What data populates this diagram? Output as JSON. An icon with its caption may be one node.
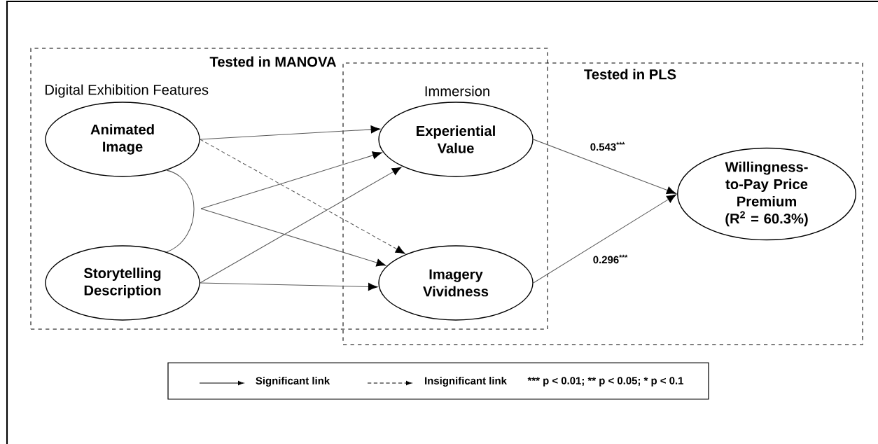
{
  "diagram": {
    "nodes": [
      {
        "text": [
          "Tested in MANOVA"
        ]
      },
      {
        "text": [
          "Tested in PLS"
        ]
      },
      {
        "text": [
          "Animated Image"
        ],
        "in": 0
      },
      {
        "text": [
          "Storytelling Description"
        ],
        "in": 0
      },
      {
        "text": [
          "Experiential Value"
        ]
      },
      {
        "text": [
          "Imagery Vividness"
        ]
      },
      {
        "text": [
          "Willingness-to-Pay Price Premium (R$^{2}$ = 60.3%)"
        ],
        "in": 1
      }
    ],
    "edges": [
      {
        "from": 2,
        "to": 4,
        "arrow": "to"
      },
      {
        "from": 2,
        "to": 5,
        "arrow": "to",
        "style": "dashed"
      },
      {
        "from": 3,
        "to": 4,
        "arrow": "to"
      },
      {
        "from": 3,
        "to": 5,
        "arrow": "to"
      },
      {
        "from": 2,
        "to": 3,
        "arrow": "none"
      },
      {
        "from": null,
        "to": 4,
        "arrow": "to"
      },
      {
        "from": null,
        "to": 5,
        "arrow": "to"
      },
      {
        "from": 4,
        "to": 6,
        "arrow": "to",
        "label": "0.543$^{***}$"
      },
      {
        "from": 5,
        "to": 6,
        "arrow": "to",
        "label": "0.296$^{***}$"
      }
    ],
    "labels": [
      "Digital Exhibition Features",
      "Immersion",
      "*** p < 0.01; ** p < 0.05; * p < 0.1"
    ],
    "legend": [
      {
        "text": "Significant link"
      },
      {
        "text": "Insignificant link"
      }
    ]
  }
}
